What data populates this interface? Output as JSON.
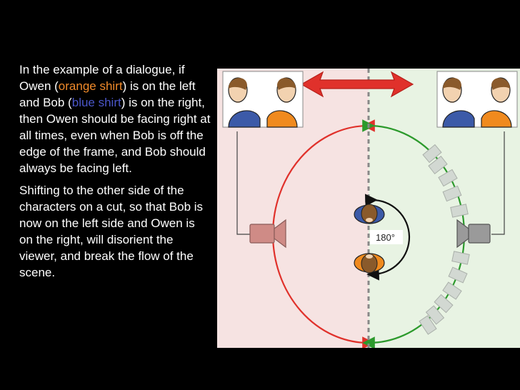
{
  "paragraph1": {
    "part1": "In the example of a dialogue, if Owen (",
    "orange_shirt": "orange shirt",
    "part2": ") is on the left and Bob (",
    "blue_shirt": "blue shirt",
    "part3": ") is on the right, then Owen should be facing right at all times, even when Bob is off the edge of the frame, and Bob should always be facing left."
  },
  "paragraph2": "Shifting to the other side of the characters on a cut, so that Bob is now on the left side and Owen is on the right, will disorient the viewer, and break the flow of the scene.",
  "diagram": {
    "angle_label": "180°",
    "colors": {
      "left_zone": "#f6e3e2",
      "right_zone": "#e8f3e3",
      "red_arc": "#e0312b",
      "green_arc": "#2c9a2c",
      "divider": "#888888",
      "owen_shirt": "#f08a1e",
      "bob_shirt": "#3c5aa8",
      "left_camera": "#cf8b86",
      "right_camera": "#9a9a9a"
    },
    "icons": [
      "double-arrow-icon",
      "camera-icon",
      "person-icon"
    ]
  }
}
